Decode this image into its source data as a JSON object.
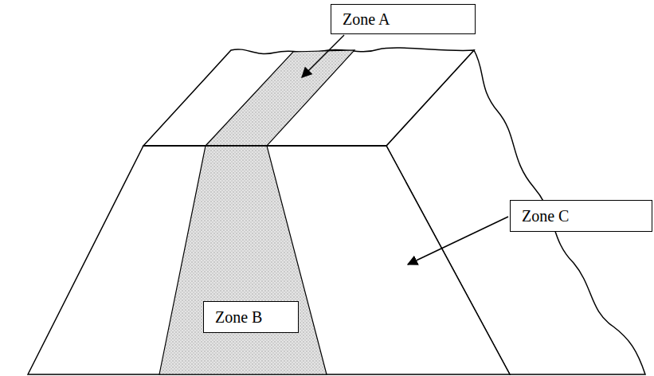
{
  "diagram": {
    "nodes": [
      {
        "text": [
          "Zone A"
        ]
      },
      {
        "text": [
          "Zone C"
        ]
      },
      {
        "text": [
          "Zone B"
        ]
      }
    ]
  }
}
